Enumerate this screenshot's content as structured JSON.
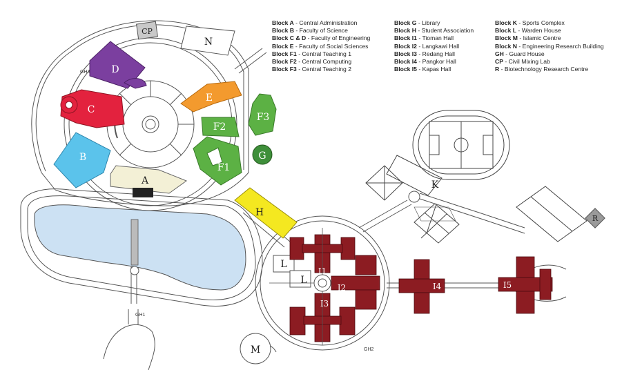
{
  "legend": {
    "col1": [
      {
        "code": "Block A",
        "name": "Central Administration"
      },
      {
        "code": "Block B",
        "name": "Faculty of Science"
      },
      {
        "code": "Block C & D",
        "name": "Faculty of Engineering"
      },
      {
        "code": "Block E",
        "name": "Faculty of Social Sciences"
      },
      {
        "code": "Block F1",
        "name": "Central Teaching 1"
      },
      {
        "code": "Block F2",
        "name": "Central Computing"
      },
      {
        "code": "Block F3",
        "name": "Central Teaching 2"
      }
    ],
    "col2": [
      {
        "code": "Block G",
        "name": "Library"
      },
      {
        "code": "Block H",
        "name": "Student Association"
      },
      {
        "code": "Block I1",
        "name": "Tioman Hall"
      },
      {
        "code": "Block I2",
        "name": "Langkawi Hall"
      },
      {
        "code": "Block I3",
        "name": "Redang Hall"
      },
      {
        "code": "Block I4",
        "name": "Pangkor Hall"
      },
      {
        "code": "Block I5",
        "name": "Kapas Hall"
      }
    ],
    "col3": [
      {
        "code": "Block K",
        "name": "Sports Complex"
      },
      {
        "code": "Block L",
        "name": "Warden House"
      },
      {
        "code": "Block M",
        "name": "Islamic Centre"
      },
      {
        "code": "Block N",
        "name": "Engineering Research Building"
      },
      {
        "code": "GH",
        "name": "Guard House"
      },
      {
        "code": "CP",
        "name": "Civil Mixing Lab"
      },
      {
        "code": "R",
        "name": "Biotechnology Research Centre"
      }
    ]
  },
  "map_labels": {
    "A": "A",
    "B": "B",
    "C": "C",
    "D": "D",
    "E": "E",
    "F1": "F1",
    "F2": "F2",
    "F3": "F3",
    "G": "G",
    "H": "H",
    "I1": "I1",
    "I2": "I2",
    "I3": "I3",
    "I4": "I4",
    "I5": "I5",
    "K": "K",
    "L1": "L",
    "L2": "L",
    "M": "M",
    "N": "N",
    "CP": "CP",
    "R": "R",
    "GH1": "GH1",
    "GH2": "GH2",
    "GH3": "GH3"
  },
  "colors": {
    "block_A": "#f3f0d6",
    "block_B": "#5bc3eb",
    "block_C": "#e3223e",
    "block_D": "#7b3f9f",
    "block_E": "#f39a2e",
    "block_F": "#5cb144",
    "block_G": "#3e8f3a",
    "block_H": "#f4e820",
    "block_I": "#8c1c22",
    "lake": "#cce1f3",
    "road": "#555555",
    "box": "#c9c9c9"
  }
}
